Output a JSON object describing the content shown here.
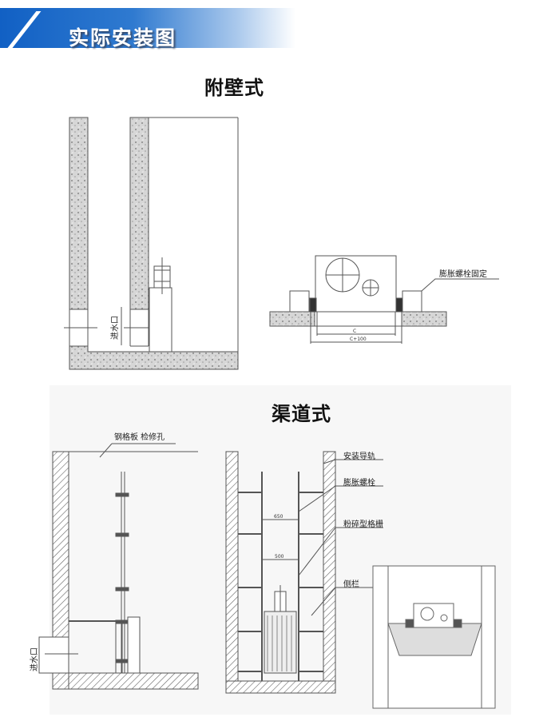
{
  "banner": {
    "title": "实际安装图"
  },
  "wall_type": {
    "title": "附壁式",
    "inlet_label": "进水口",
    "bolt_label": "膨胀螺栓固定",
    "dim_inner": "C",
    "dim_outer": "C+100"
  },
  "channel_type": {
    "title": "渠道式",
    "grating_label": "钢格板 检修孔",
    "inlet_label": "进水口",
    "rail_label": "安装导轨",
    "bolt_label": "膨胀螺栓",
    "grinder_label": "粉碎型格栅",
    "side_label": "侧栏",
    "dim_upper": "650",
    "dim_lower": "500"
  }
}
